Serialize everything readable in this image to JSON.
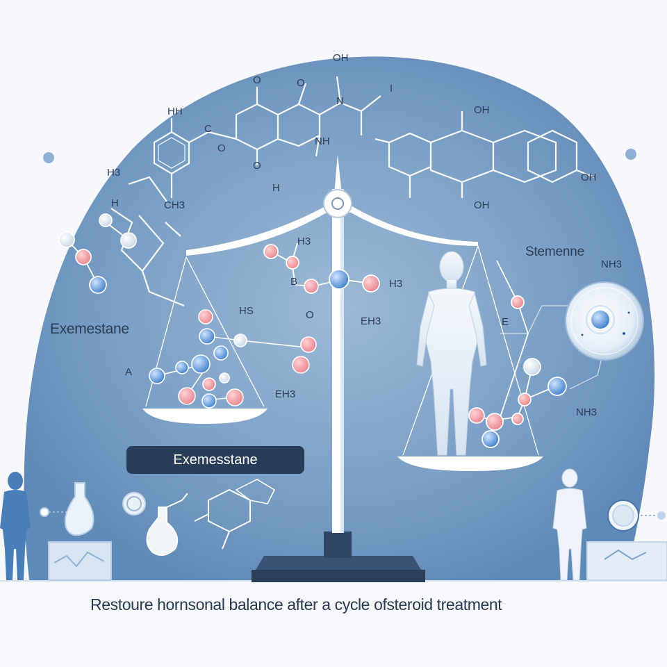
{
  "labels": {
    "drug_name_left": "Exemestane",
    "drug_name_right": "Stemenne",
    "badge": "Exemesstane",
    "caption": "Restoure hornsonal balance after a cycle ofsteroid treatment"
  },
  "molecule_labels": {
    "oh_top": "OH",
    "o_top": "O",
    "n_top": "N",
    "i_top": "I",
    "h_left_top": "HH",
    "c_left": "C",
    "o_ring1": "O",
    "o_ring2": "O",
    "o_ring3": "O",
    "n_mid": "NH",
    "oh_right_top": "OH",
    "oh_right_mid": "OH",
    "ch3_left": "CH3",
    "h3_left": "H3",
    "h_mid": "H",
    "h_left2": "H",
    "h3_scale": "H3",
    "hs_scale": "HS",
    "eh_scale": "EH3",
    "eh_scale2": "EH3",
    "o_scale": "O",
    "a_scale": "A",
    "h_scale2": "H3",
    "nh_right": "NH3",
    "nh_right2": "NH3",
    "e_right": "E",
    "oh_ring_right": "OH",
    "b_label": "B"
  },
  "colors": {
    "background": "#f6f8fb",
    "circle": "#6f98c0",
    "badge": "#283d57",
    "atom_pink": "#ee8f97",
    "atom_blue": "#4d8ad0",
    "atom_white": "#ffffff",
    "scale": "#ffffff",
    "scale_base": "#2b3f59"
  }
}
